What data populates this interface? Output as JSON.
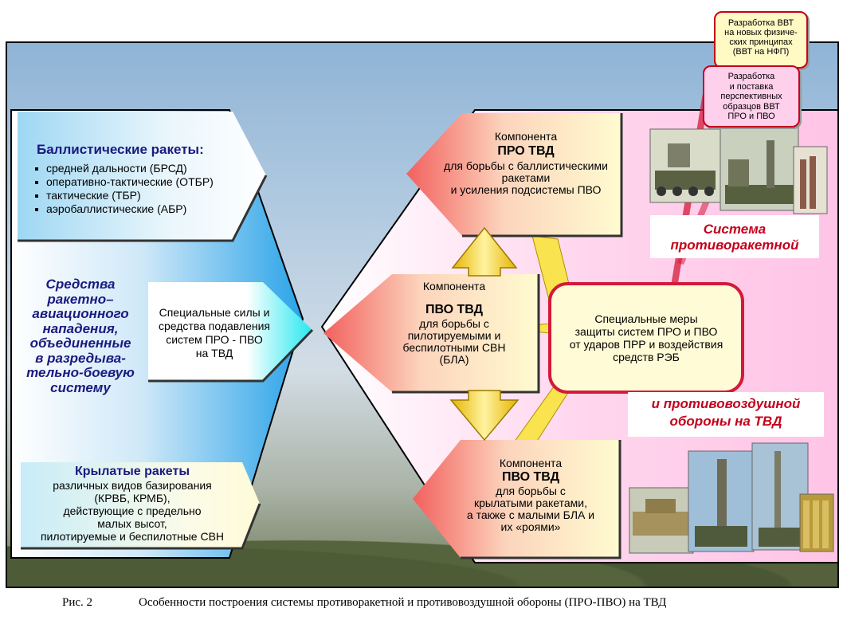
{
  "left": {
    "ballistic_title": "Баллистические ракеты:",
    "ballistic_items": [
      "средней дальности (БРСД)",
      "оперативно-тактические  (ОТБР)",
      "тактические (ТБР)",
      "аэробаллистические  (АБР)"
    ],
    "means_lines": [
      "Средства",
      "ракетно–",
      "авиационного",
      "нападения,",
      "объединенные",
      "в разредыва-",
      "тельно-боевую",
      "систему"
    ],
    "special_forces_lines": [
      "Специальные силы и",
      "средства  подавления",
      "систем ПРО - ПВО",
      "на ТВД"
    ],
    "cruise_title": "Крылатые ракеты",
    "cruise_lines": [
      "различных  видов базирования",
      "(КРВБ, КРМБ),",
      "действующие  с предельно",
      "малых высот,",
      "пилотируемые  и беспилотные  СВН"
    ]
  },
  "right": {
    "pro_component": {
      "label": "Компонента",
      "title": "ПРО ТВД",
      "lines": [
        "для борьбы с баллистическими",
        "ракетами",
        "и усиления  подсистемы ПВО"
      ]
    },
    "pvo_component": {
      "label": "Компонента",
      "title": "ПВО ТВД",
      "lines": [
        "для борьбы с",
        "пилотируемыми  и",
        "беспилотными  СВН",
        "(БЛА)"
      ]
    },
    "cruise_component": {
      "label": "Компонента",
      "title": "ПВО ТВД",
      "lines": [
        "для борьбы с",
        "крылатыми ракетами,",
        "а также с малыми БЛА и",
        "их «роями»"
      ]
    },
    "special_measures_lines": [
      "Специальные меры",
      "защиты  систем ПРО и ПВО",
      "от ударов ПРР и воздействия",
      "средств РЭБ"
    ],
    "system_title_top_lines": [
      "Система",
      "противоракетной"
    ],
    "system_title_bottom_lines": [
      "и противовоздушной",
      "обороны на ТВД"
    ]
  },
  "callouts": {
    "new_principles_lines": [
      "Разработка  ВВТ",
      "на новых физиче-",
      "ских принципах",
      "(ВВТ на НФП)"
    ],
    "development_lines": [
      "Разработка",
      "и поставка",
      "перспективных",
      "образцов  ВВТ",
      "ПРО и ПВО"
    ]
  },
  "caption": {
    "fig": "Рис. 2",
    "text": "Особенности построения системы противоракетной и противовоздушной обороны (ПРО-ПВО) на ТВД"
  },
  "icons": [
    "radar-vehicle-photo",
    "launcher-photo",
    "air-defense-vehicle-photo",
    "radar-tower-photo",
    "missile-canisters-photo"
  ],
  "colors": {
    "blue_title": "#1a1a80",
    "red_title": "#c4001c",
    "callout_border": "#c4001c"
  }
}
